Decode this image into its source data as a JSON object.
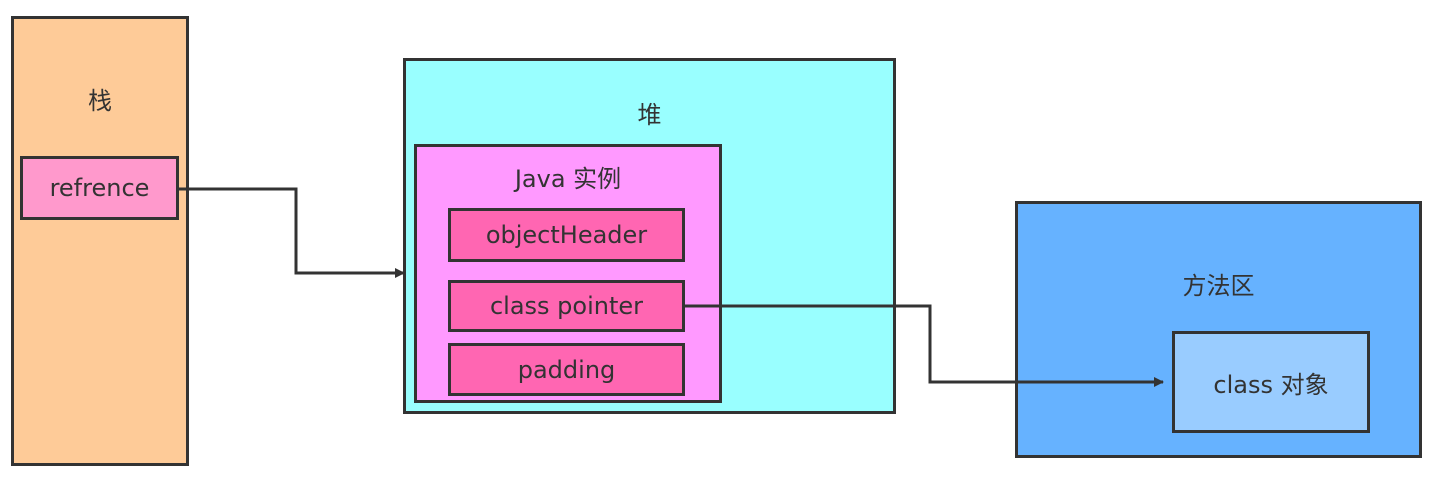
{
  "stack": {
    "title": "栈"
  },
  "reference": {
    "label": "refrence"
  },
  "heap": {
    "title": "堆"
  },
  "instance": {
    "title": "Java 实例",
    "fields": [
      "objectHeader",
      "class pointer",
      "padding"
    ]
  },
  "method_area": {
    "title": "方法区"
  },
  "class_object": {
    "label": "class 对象"
  },
  "colors": {
    "stack": "#fecb98",
    "reference": "#ff99cc",
    "heap": "#99ffff",
    "instance": "#ff99ff",
    "field": "#ff66b2",
    "method_area": "#66b2ff",
    "class_object": "#99ccff",
    "stroke": "#333333"
  }
}
